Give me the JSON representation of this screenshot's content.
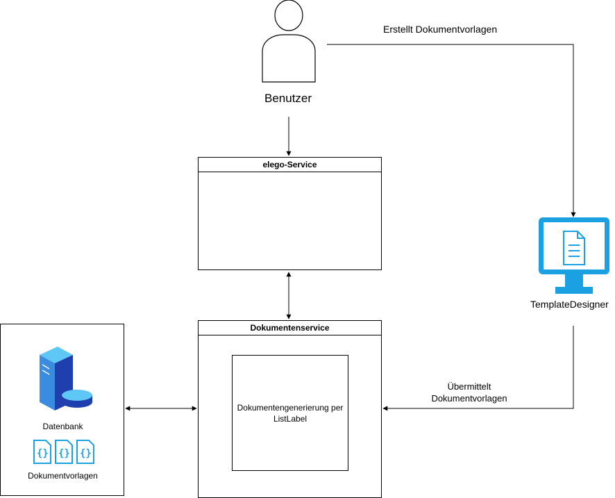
{
  "actor": {
    "label": "Benutzer"
  },
  "edges": {
    "creates_templates": "Erstellt Dokumentvorlagen",
    "transmits_templates_line1": "Übermittelt",
    "transmits_templates_line2": "Dokumentvorlagen"
  },
  "elego_service": {
    "title": "elego-Service"
  },
  "document_service": {
    "title": "Dokumentenservice",
    "inner_line1": "Dokumentengenerierung per",
    "inner_line2": "ListLabel"
  },
  "template_designer": {
    "label": "TemplateDesigner"
  },
  "storage": {
    "database_label": "Datenbank",
    "templates_label": "Dokumentvorlagen"
  },
  "colors": {
    "monitor": "#1BA1E2",
    "server_light": "#5FC7F5",
    "server_dark": "#1F3FAE",
    "file_icon": "#1BA1E2",
    "line": "#000000"
  }
}
